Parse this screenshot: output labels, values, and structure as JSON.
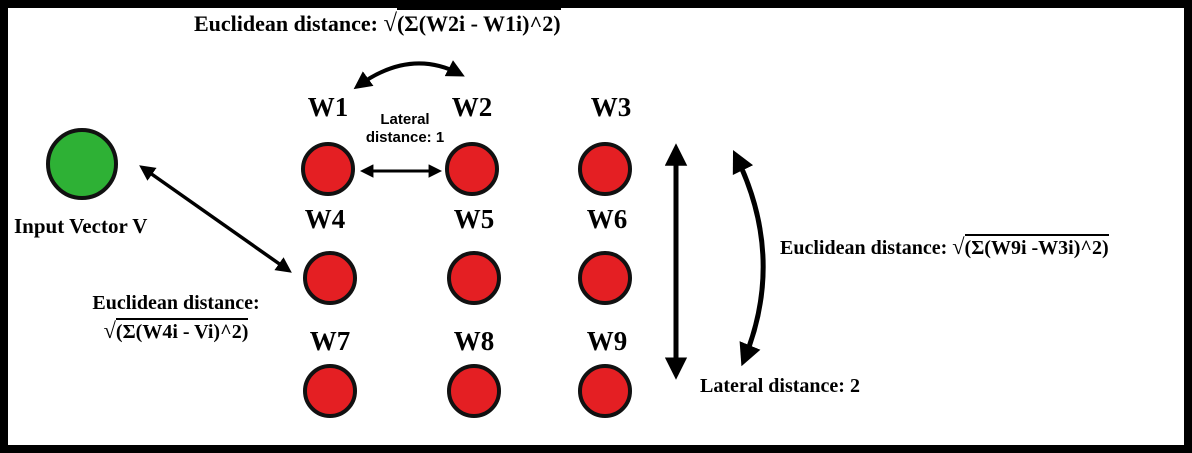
{
  "input": {
    "label": "Input Vector V"
  },
  "nodes": [
    {
      "label": "W1"
    },
    {
      "label": "W2"
    },
    {
      "label": "W3"
    },
    {
      "label": "W4"
    },
    {
      "label": "W5"
    },
    {
      "label": "W6"
    },
    {
      "label": "W7"
    },
    {
      "label": "W8"
    },
    {
      "label": "W9"
    }
  ],
  "annotations": {
    "sqrt": "√",
    "top": {
      "prefix": "Euclidean distance: ",
      "radicand": "(Σ(W2i - W1i)^2)"
    },
    "lateral1_line1": "Lateral",
    "lateral1_line2": "distance: 1",
    "left": {
      "line1": "Euclidean distance:",
      "radicand": "(Σ(W4i - Vi)^2)"
    },
    "right": {
      "prefix": "Euclidean distance: ",
      "radicand": "(Σ(W9i -W3i)^2)"
    },
    "lateral2": "Lateral distance: 2"
  },
  "colors": {
    "input_node": "#2eb135",
    "weight_node": "#e41f23",
    "stroke": "#000000"
  }
}
